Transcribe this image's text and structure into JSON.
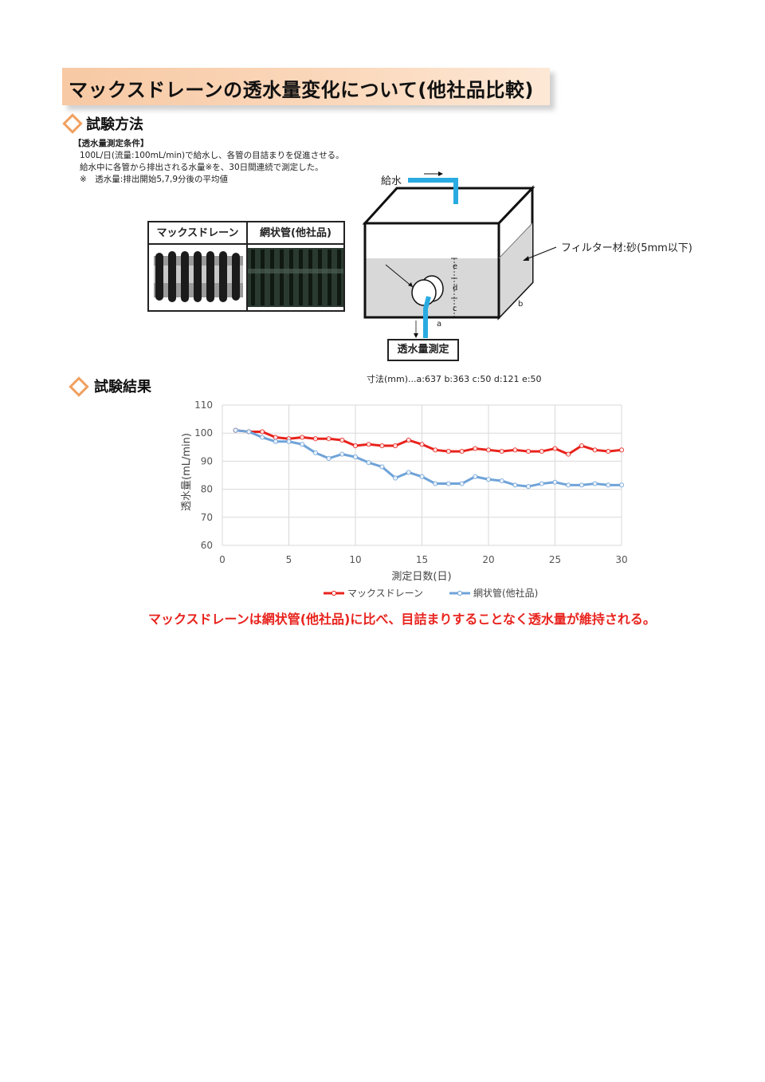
{
  "header": {
    "title": "マックスドレーンの透水量変化について(他社品比較)"
  },
  "method": {
    "heading": "試験方法",
    "conditions_title": "【透水量測定条件】",
    "condition_line1": "100L/日(流量:100mL/min)で給水し、各管の目詰まりを促進させる。",
    "condition_line2": "給水中に各管から排出される水量※を、30日間連続で測定した。",
    "condition_note": "※　透水量:排出開始5,7,9分後の平均値",
    "pipe_header_left": "マックスドレーン",
    "pipe_header_right": "網状管(他社品)",
    "water_supply": "給水",
    "filter_label": "フィルター材:砂(5mm以下)",
    "measure_label": "透水量測定",
    "dim_a": "a",
    "dim_b": "b",
    "dim_c": "c",
    "dim_d": "d",
    "dim_e": "e",
    "dimensions": "寸法(mm)...a:637 b:363 c:50 d:121 e:50"
  },
  "results": {
    "heading": "試験結果",
    "conclusion": "マックスドレーンは網状管(他社品)に比べ、目詰まりすることなく透水量が維持される。"
  },
  "colors": {
    "maxdrain": "#e8231d",
    "competitor": "#6fa3d8",
    "title_band": "#f7c9a4",
    "accent": "#f0a060"
  },
  "chart_data": {
    "type": "line",
    "xlabel": "測定日数(日)",
    "ylabel": "透水量(mL/min)",
    "xlim": [
      0,
      30
    ],
    "ylim": [
      60,
      110
    ],
    "xticks": [
      "0",
      "5",
      "10",
      "15",
      "20",
      "25",
      "30"
    ],
    "yticks": [
      "60",
      "70",
      "80",
      "90",
      "100",
      "110"
    ],
    "grid": true,
    "legend_position": "bottom",
    "series": [
      {
        "name": "マックスドレーン",
        "color": "#e8231d",
        "x": [
          1,
          2,
          3,
          4,
          5,
          6,
          7,
          8,
          9,
          10,
          11,
          12,
          13,
          14,
          15,
          16,
          17,
          18,
          19,
          20,
          21,
          22,
          23,
          24,
          25,
          26,
          27,
          28,
          29,
          30
        ],
        "y": [
          101,
          100.5,
          100.5,
          98.5,
          98,
          98.5,
          98,
          98,
          97.5,
          95.5,
          96,
          95.5,
          95.5,
          97.5,
          96,
          94,
          93.5,
          93.5,
          94.5,
          94,
          93.5,
          94,
          93.5,
          93.5,
          94.5,
          92.5,
          95.5,
          94,
          93.5,
          94
        ]
      },
      {
        "name": "網状管(他社品)",
        "color": "#6fa3d8",
        "x": [
          1,
          2,
          3,
          4,
          5,
          6,
          7,
          8,
          9,
          10,
          11,
          12,
          13,
          14,
          15,
          16,
          17,
          18,
          19,
          20,
          21,
          22,
          23,
          24,
          25,
          26,
          27,
          28,
          29,
          30
        ],
        "y": [
          101,
          100.5,
          98.5,
          97,
          97,
          96,
          93,
          91,
          92.5,
          91.5,
          89.5,
          88,
          84,
          86,
          84.5,
          82,
          82,
          82,
          84.5,
          83.5,
          83,
          81.5,
          81,
          82,
          82.5,
          81.5,
          81.5,
          82,
          81.5,
          81.5
        ]
      }
    ]
  }
}
